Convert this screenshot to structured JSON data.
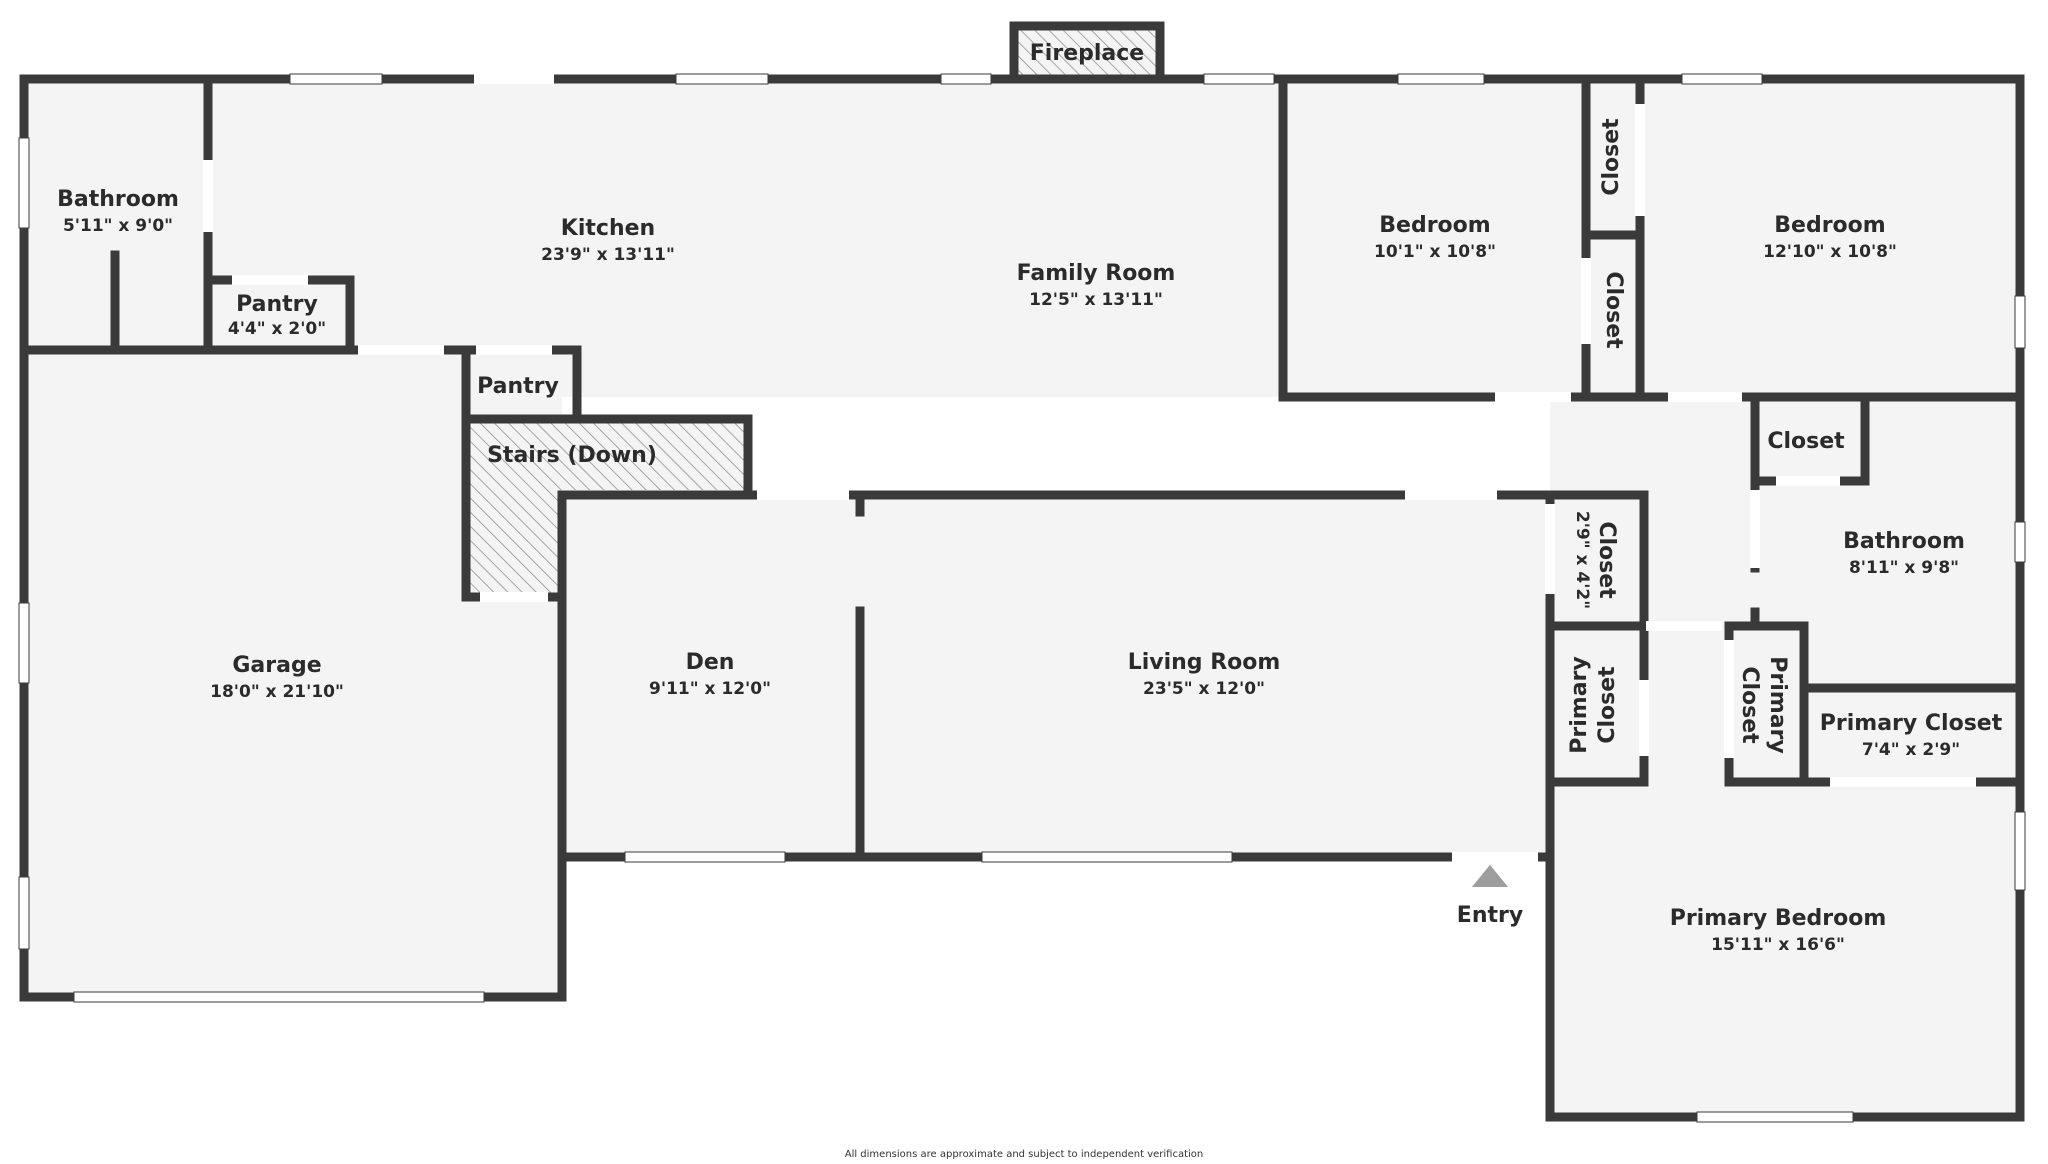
{
  "rooms": {
    "bathroom_left": {
      "name": "Bathroom",
      "dims": "5'11\" x 9'0\""
    },
    "kitchen": {
      "name": "Kitchen",
      "dims": "23'9\" x 13'11\""
    },
    "family_room": {
      "name": "Family Room",
      "dims": "12'5\" x 13'11\""
    },
    "pantry_small": {
      "name": "Pantry",
      "dims": "4'4\" x 2'0\""
    },
    "pantry_2": {
      "name": "Pantry"
    },
    "stairs": {
      "name": "Stairs (Down)"
    },
    "garage": {
      "name": "Garage",
      "dims": "18'0\" x 21'10\""
    },
    "den": {
      "name": "Den",
      "dims": "9'11\" x 12'0\""
    },
    "living_room": {
      "name": "Living Room",
      "dims": "23'5\" x 12'0\""
    },
    "bedroom_1": {
      "name": "Bedroom",
      "dims": "10'1\" x 10'8\""
    },
    "closet_top": {
      "name": "Closet"
    },
    "closet_mid": {
      "name": "Closet"
    },
    "bedroom_2": {
      "name": "Bedroom",
      "dims": "12'10\" x 10'8\""
    },
    "closet_bath": {
      "name": "Closet"
    },
    "bathroom_right": {
      "name": "Bathroom",
      "dims": "8'11\" x 9'8\""
    },
    "closet_hall": {
      "name": "Closet",
      "dims": "2'9\" x 4'2\""
    },
    "primary_closet_a": {
      "line1": "Primary",
      "line2": "Closet"
    },
    "primary_closet_b": {
      "line1": "Primary",
      "line2": "Closet"
    },
    "primary_closet_c": {
      "name": "Primary Closet",
      "dims": "7'4\" x 2'9\""
    },
    "primary_bedroom": {
      "name": "Primary Bedroom",
      "dims": "15'11\" x 16'6\""
    },
    "fireplace": {
      "name": "Fireplace"
    }
  },
  "entry": {
    "label": "Entry"
  },
  "footer": {
    "disclaimer": "All dimensions are approximate and subject to independent verification"
  },
  "colors": {
    "wall": "#3a3a3a",
    "floor": "#f4f4f4",
    "background": "#ffffff",
    "opening": "#ffffff",
    "hatch": "#8a8a8a",
    "entry_marker": "#9e9e9e"
  }
}
